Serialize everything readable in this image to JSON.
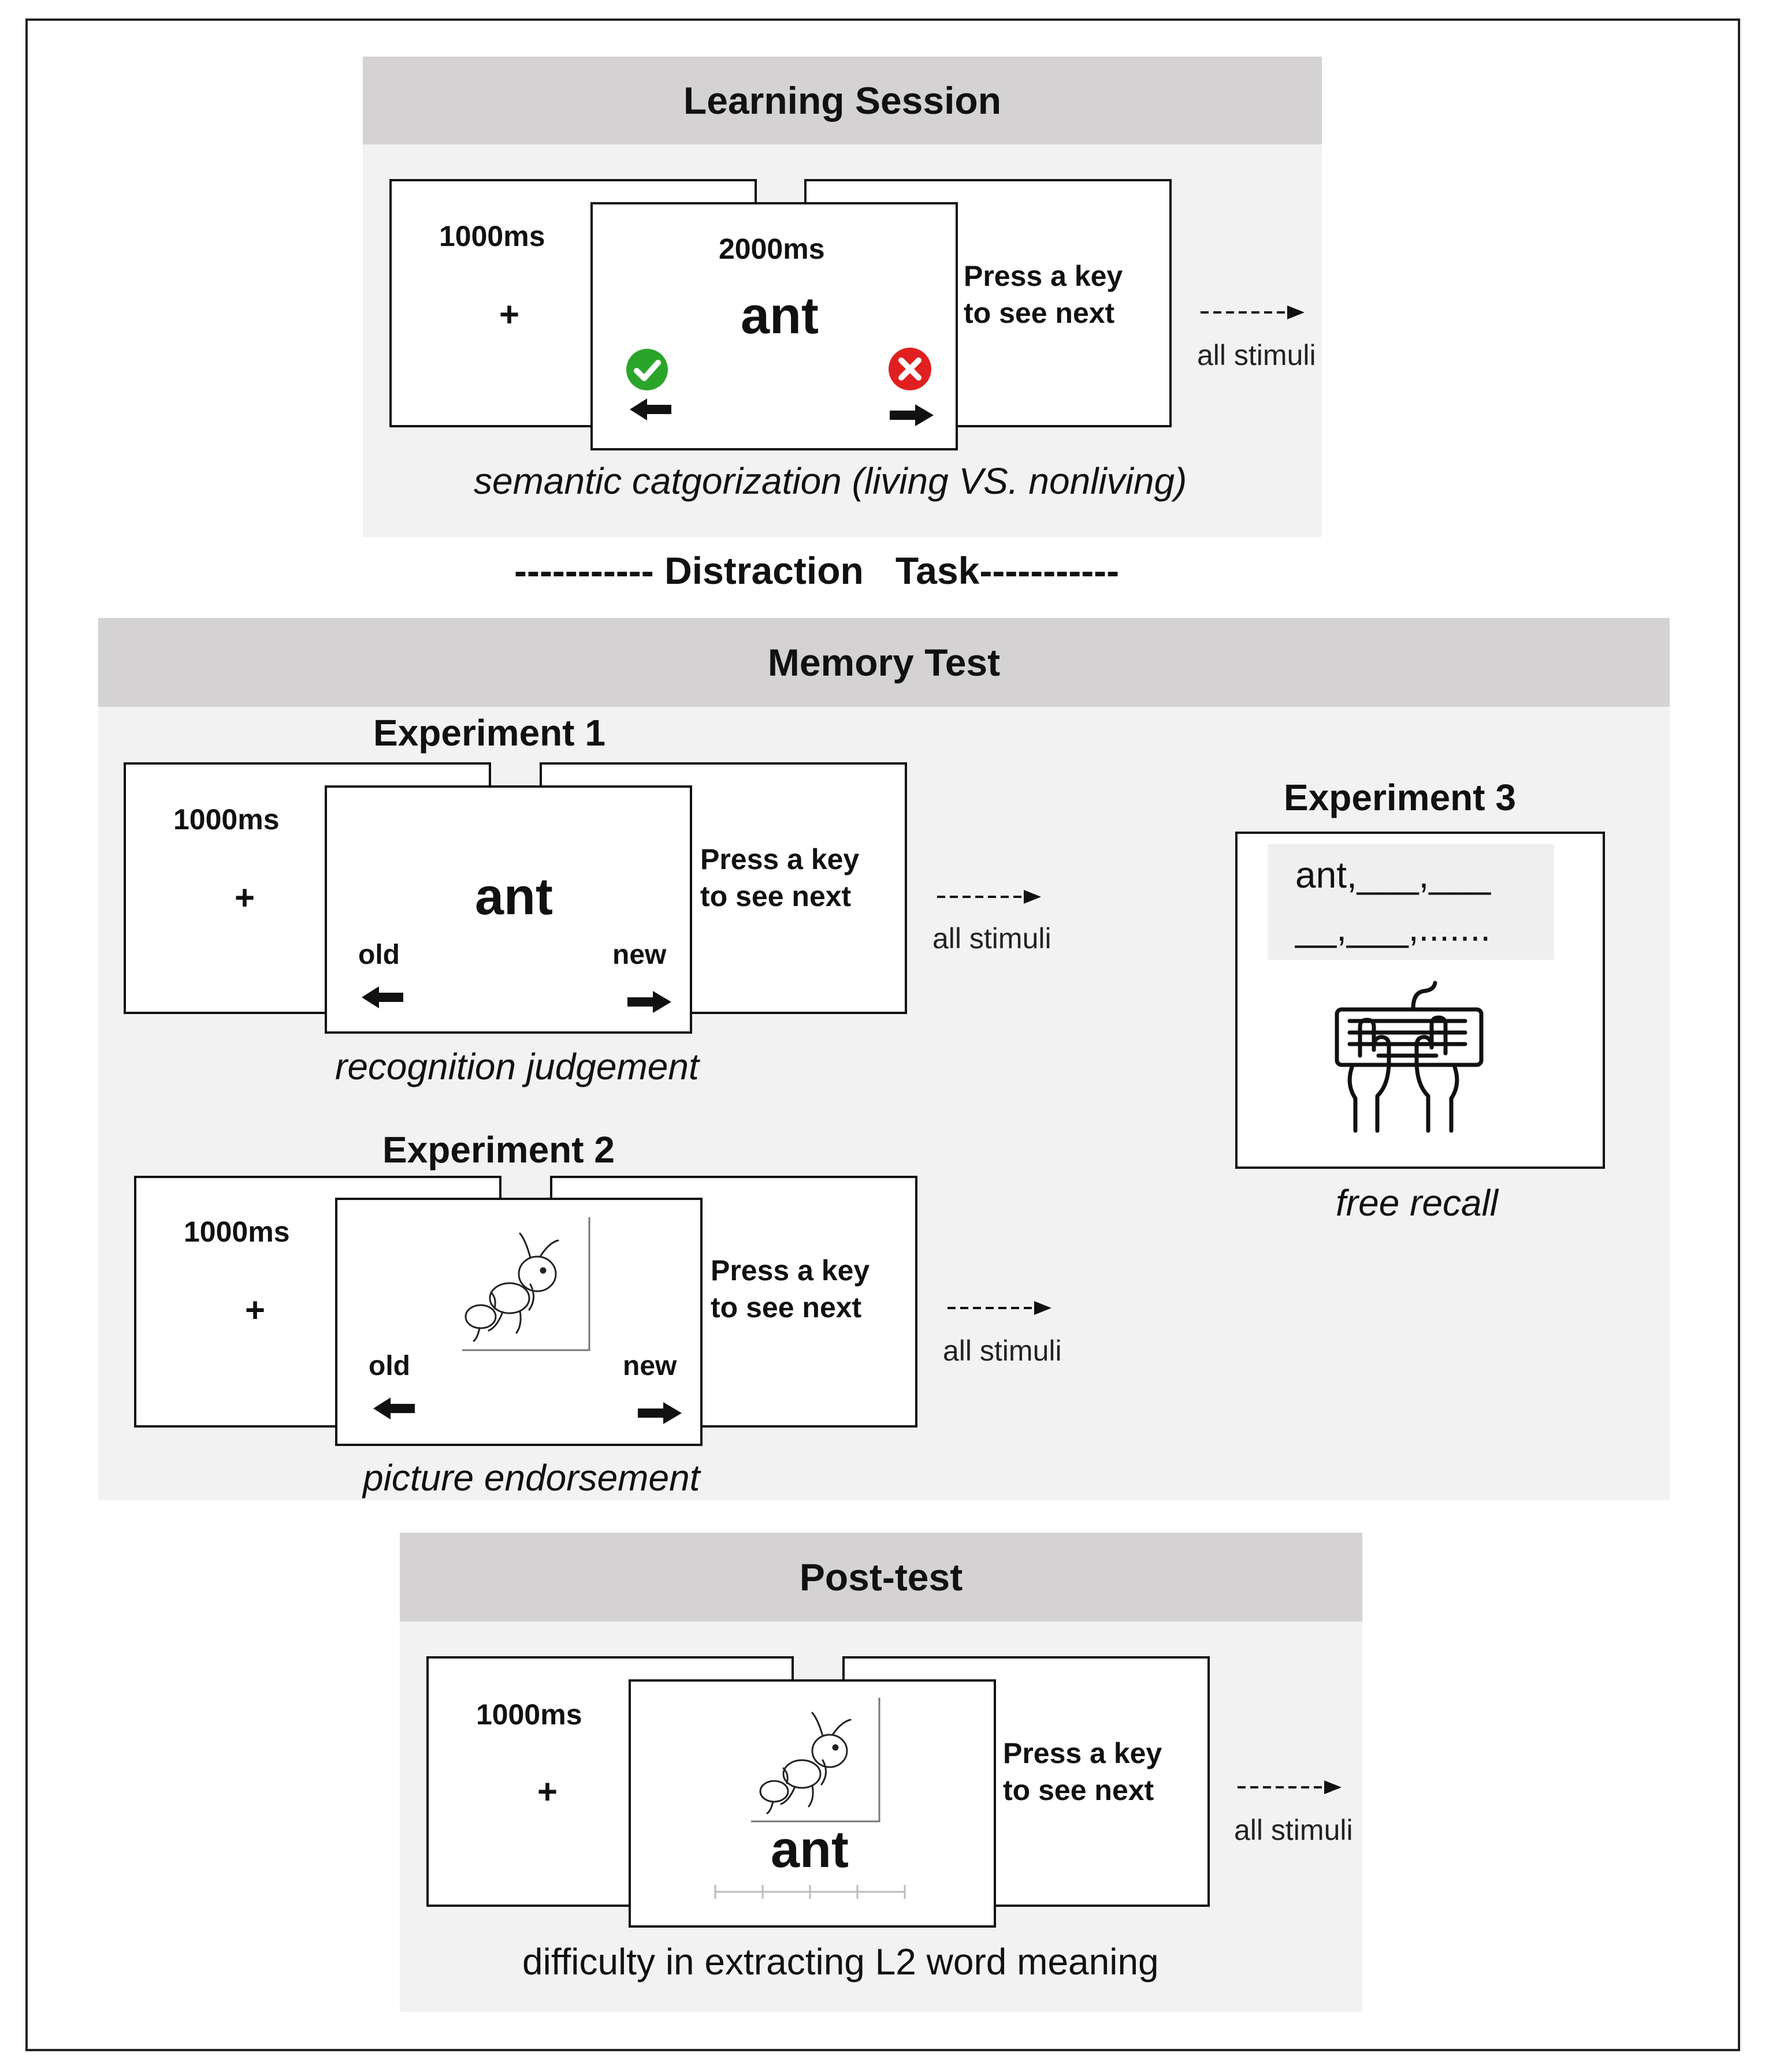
{
  "learning": {
    "title": "Learning Session",
    "fixation_time": "1000ms",
    "fixation": "+",
    "stim_time": "2000ms",
    "word": "ant",
    "press": [
      "Press a key",
      "to see next"
    ],
    "all_stimuli": "all stimuli",
    "caption": "semantic catgorization (living VS. nonliving)"
  },
  "distraction": {
    "label": "----------- Distraction   Task-----------"
  },
  "memory": {
    "title": "Memory Test",
    "exp1": {
      "title": "Experiment 1",
      "fixation_time": "1000ms",
      "fixation": "+",
      "word": "ant",
      "old": "old",
      "new": "new",
      "press": [
        "Press a key",
        "to see next"
      ],
      "all_stimuli": "all stimuli",
      "caption": "recognition judgement"
    },
    "exp2": {
      "title": "Experiment 2",
      "fixation_time": "1000ms",
      "fixation": "+",
      "old": "old",
      "new": "new",
      "press": [
        "Press a key",
        "to see next"
      ],
      "all_stimuli": "all stimuli",
      "caption": "picture endorsement"
    },
    "exp3": {
      "title": "Experiment 3",
      "recall_line1": "ant,___,___",
      "recall_line2": "__,___,.......",
      "caption": "free recall"
    }
  },
  "posttest": {
    "title": "Post-test",
    "fixation_time": "1000ms",
    "fixation": "+",
    "word": "ant",
    "press": [
      "Press a key",
      "to see next"
    ],
    "all_stimuli": "all stimuli",
    "caption": "difficulty in extracting L2 word meaning"
  },
  "icons": {
    "correct": "green-check-circle-icon",
    "incorrect": "red-x-circle-icon",
    "colors": {
      "correct": "#2aa52a",
      "incorrect": "#e02020",
      "panel": "#f2f2f2",
      "header": "#d4d2d2"
    }
  }
}
